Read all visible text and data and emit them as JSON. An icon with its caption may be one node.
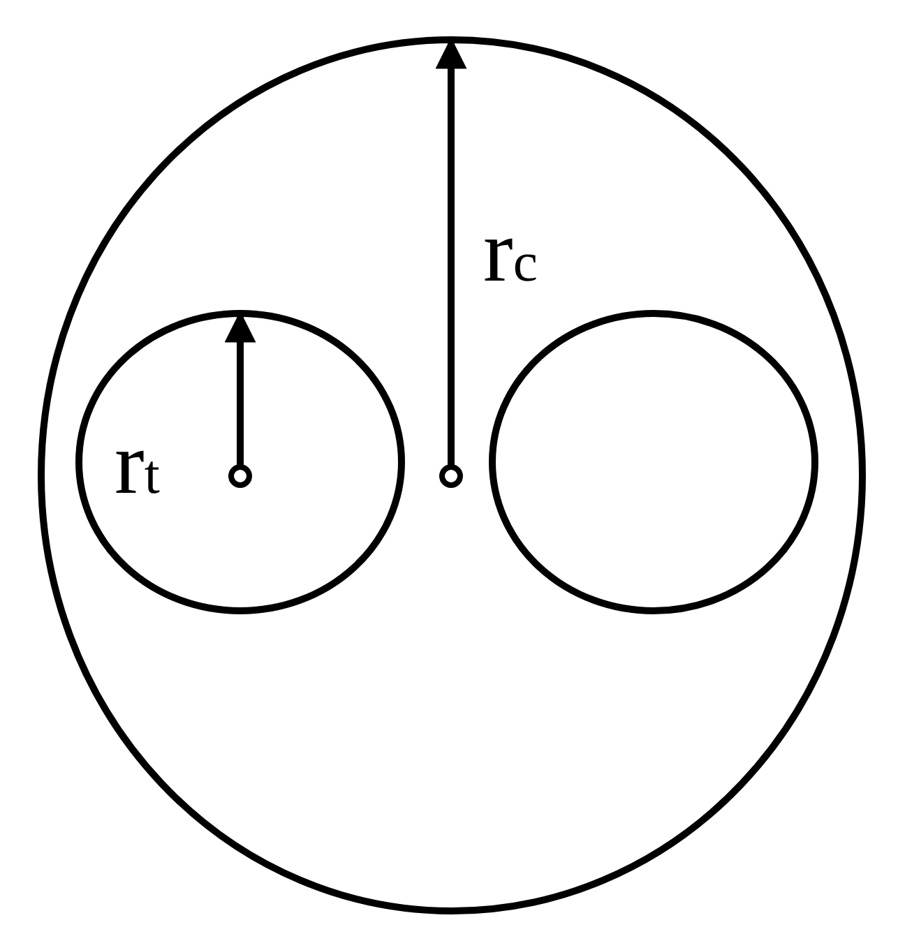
{
  "diagram": {
    "nodes": [
      {
        "text": [],
        "shape": "circle"
      },
      {
        "text": [],
        "shape": "circle",
        "in": 0
      },
      {
        "text": [],
        "shape": "circle",
        "in": 0
      }
    ],
    "labels": [
      "r$_{c}$",
      "r$_{t}$"
    ]
  }
}
